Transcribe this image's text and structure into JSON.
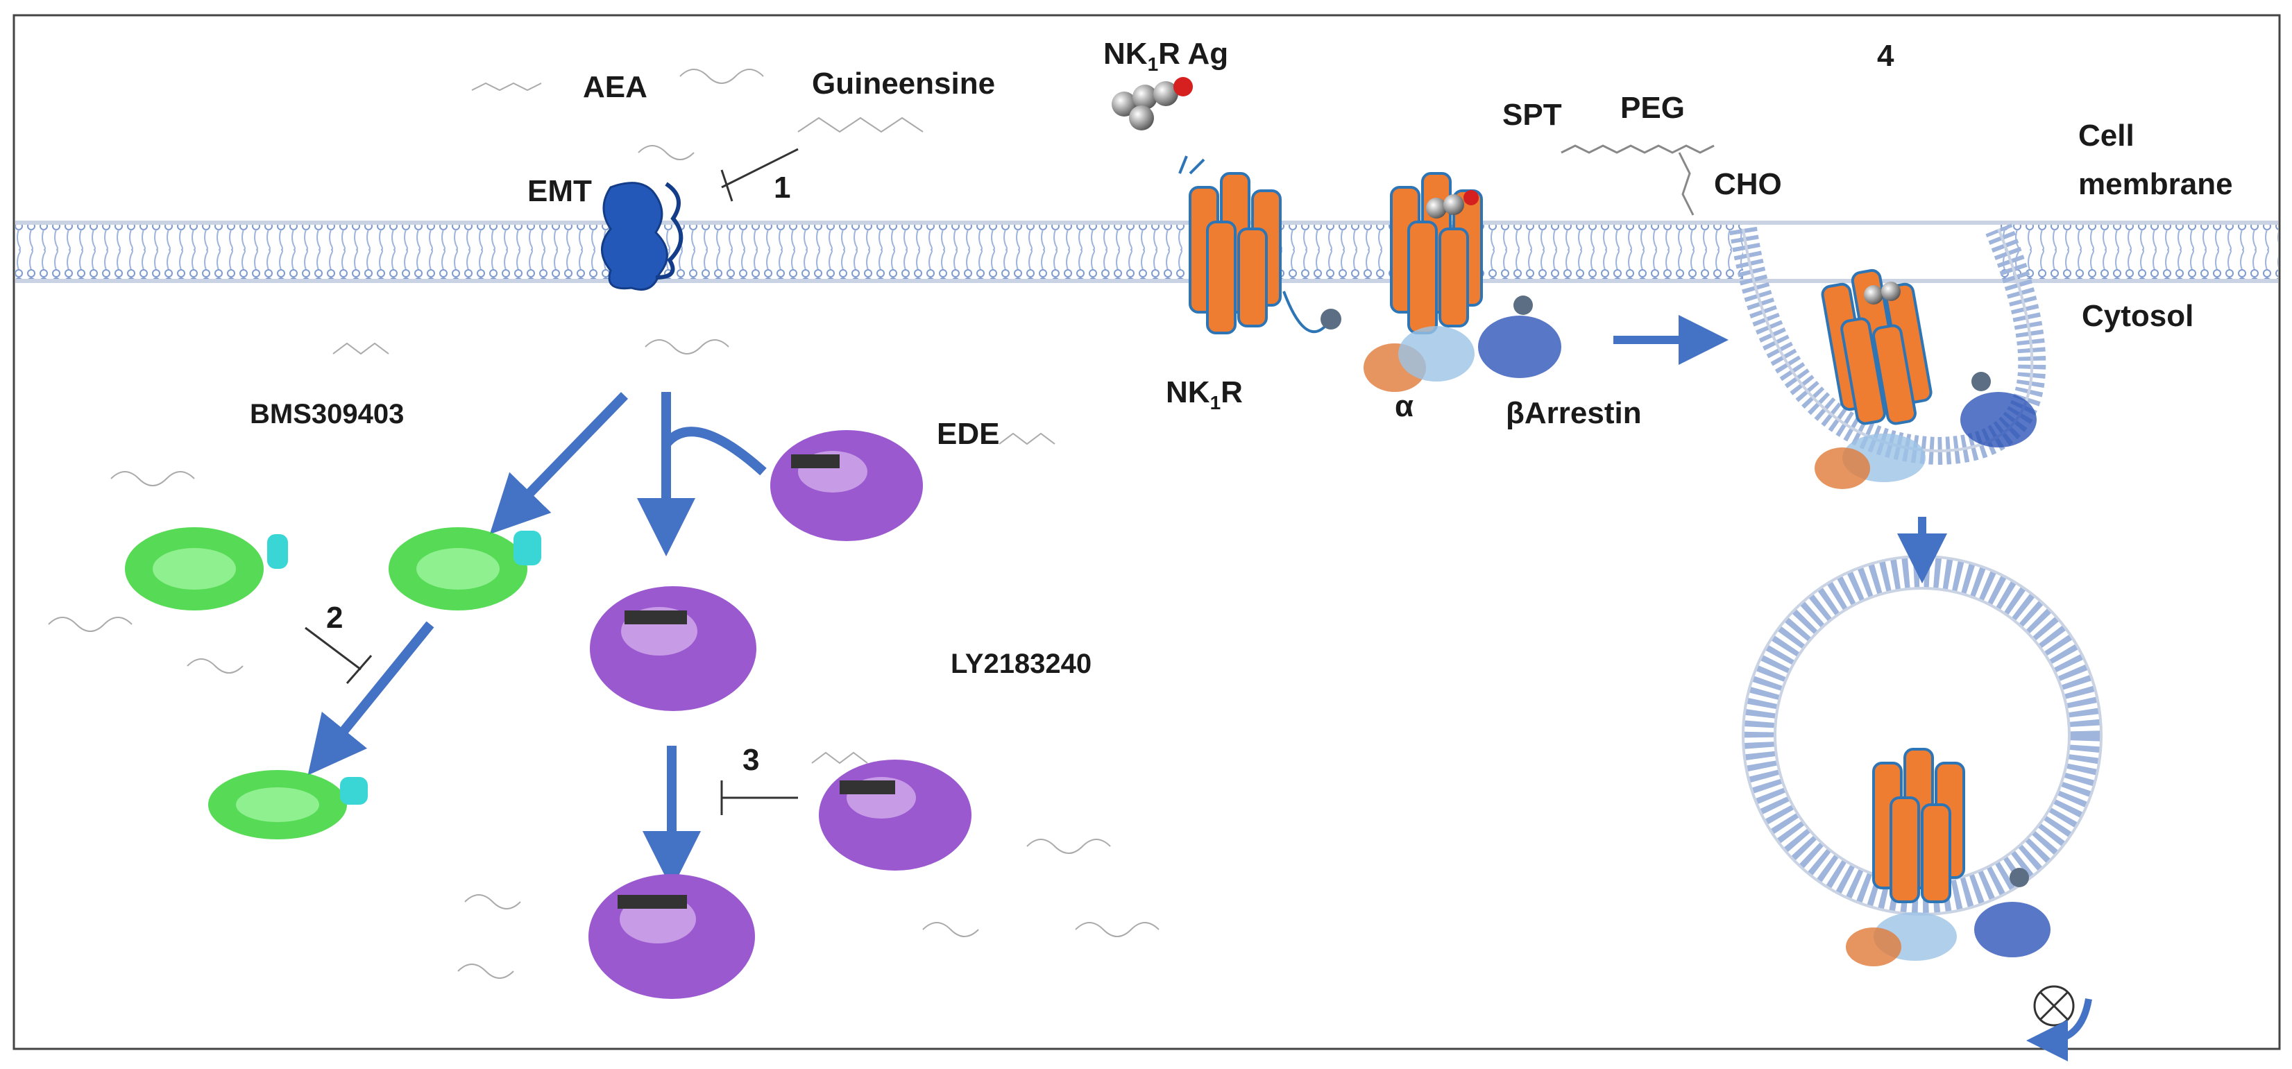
{
  "colors": {
    "membrane": "#b9c9e6",
    "membrane_line": "#7f9bcf",
    "receptor_orange": "#ee7d31",
    "receptor_outline": "#2e75b6",
    "arrow_blue": "#4472c4",
    "enzyme_purple": "#9b59d0",
    "fabp_green": "#3ad53a",
    "fabp_cyan": "#3ad6d6",
    "emt_blue": "#1f4fa8"
  },
  "labels": {
    "aea": "AEA",
    "guineensine": "Guineensine",
    "emt": "EMT",
    "step1": "1",
    "nk1r_ag_main": "NK",
    "nk1r_ag_sub": "1",
    "nk1r_ag_tail": "R Ag",
    "spt": "SPT",
    "peg": "PEG",
    "cho": "CHO",
    "step4": "4",
    "cell_membrane_1": "Cell",
    "cell_membrane_2": "membrane",
    "cytosol": "Cytosol",
    "bms": "BMS309403",
    "nk1r_main": "NK",
    "nk1r_sub": "1",
    "nk1r_tail": "R",
    "alpha": "α",
    "barrestin": "βArrestin",
    "ede": "EDE",
    "step2": "2",
    "ly": "LY2183240",
    "step3": "3"
  }
}
